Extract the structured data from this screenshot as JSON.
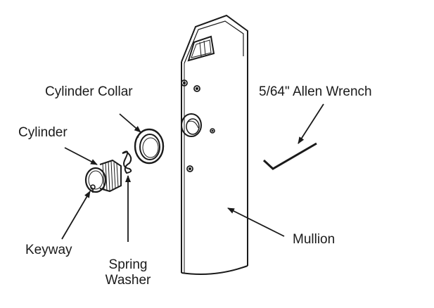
{
  "labels": {
    "cylinder_collar": "Cylinder Collar",
    "allen_wrench": "5/64\" Allen Wrench",
    "cylinder": "Cylinder",
    "keyway": "Keyway",
    "spring_washer_line1": "Spring",
    "spring_washer_line2": "Washer",
    "mullion": "Mullion"
  },
  "colors": {
    "ink": "#1a1a1a",
    "background": "#ffffff"
  }
}
